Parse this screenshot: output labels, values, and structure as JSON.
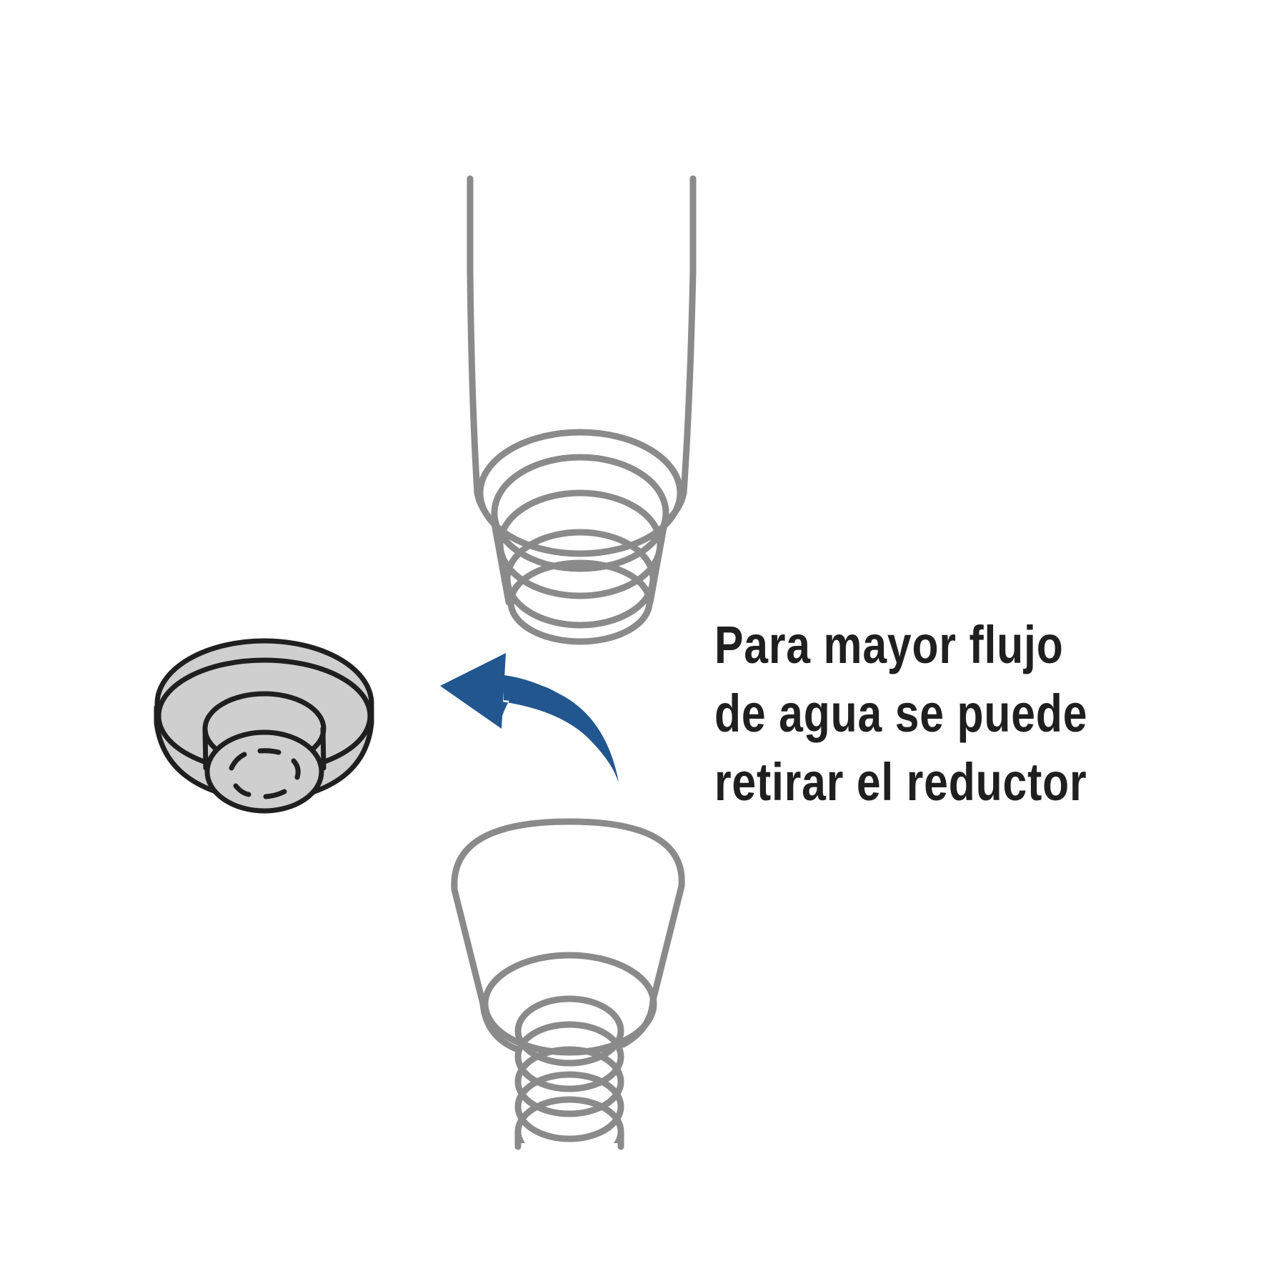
{
  "instruction": {
    "lines": [
      "Para mayor flujo",
      "de agua se puede",
      "retirar el reductor"
    ]
  },
  "colors": {
    "hose_outline": "#8a8a8a",
    "reducer_outline": "#1f1f1f",
    "reducer_fill": "#cfcfcf",
    "arrow": "#22568f",
    "text": "#1f1f1f",
    "background": "#ffffff"
  },
  "icons": {
    "upper_part": "hose-nozzle-icon",
    "removed_part": "flow-reducer-icon",
    "lower_part": "threaded-connector-icon",
    "arrow": "curved-arrow-left-icon"
  }
}
